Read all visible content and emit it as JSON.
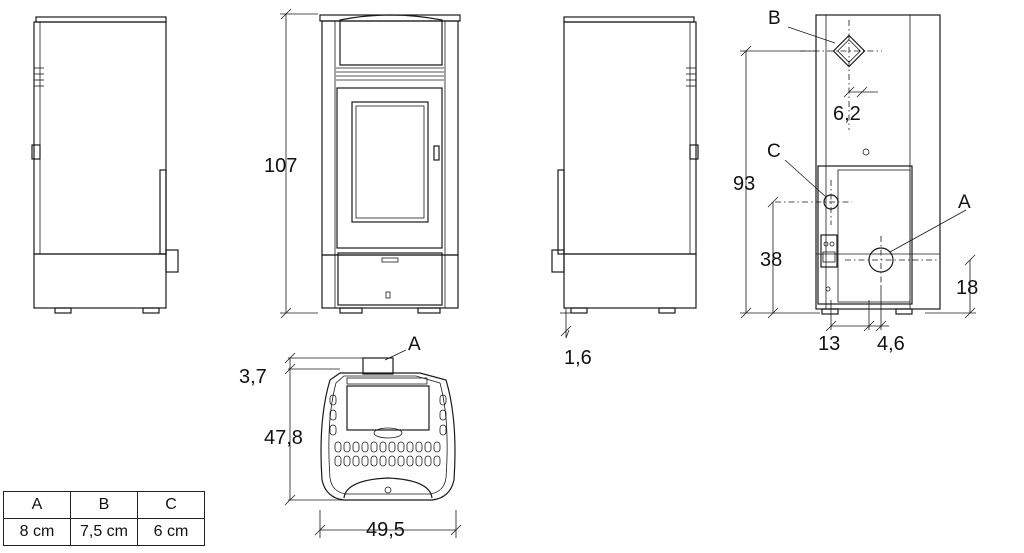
{
  "labels": {
    "height_total": "107",
    "flue_height": "93",
    "inlet_height": "38",
    "outlet_height": "18",
    "offset_b": "6,2",
    "offset_13": "13",
    "offset_46": "4,6",
    "foot": "1,6",
    "top_depth": "3,7",
    "depth": "47,8",
    "width": "49,5",
    "marker_a": "A",
    "marker_b": "B",
    "marker_c": "C"
  },
  "table": {
    "headers": [
      "A",
      "B",
      "C"
    ],
    "values": [
      "8 cm",
      "7,5 cm",
      "6 cm"
    ]
  }
}
